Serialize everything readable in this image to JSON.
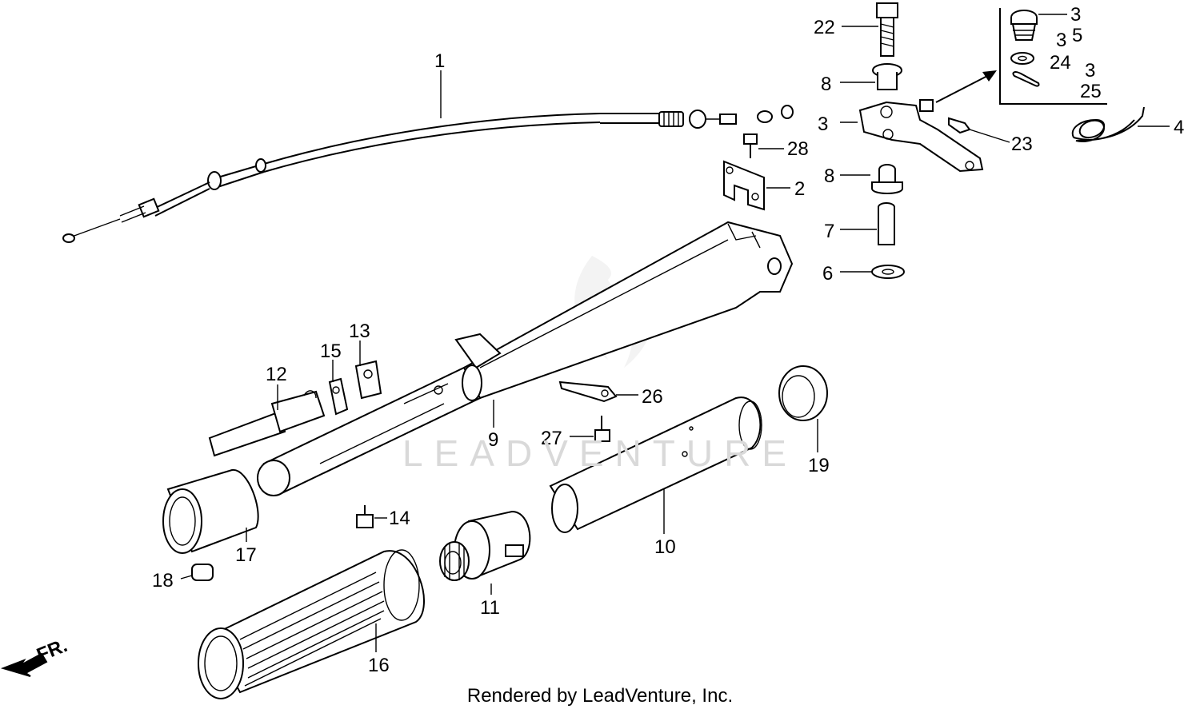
{
  "watermark": "LEADVENTURE",
  "footer": "Rendered by LeadVenture, Inc.",
  "direction_label": "FR.",
  "callouts": {
    "c1": "1",
    "c2": "2",
    "c3a": "3",
    "c3b": "3",
    "c3c": "3",
    "c3d": "3",
    "c4": "4",
    "c5": "5",
    "c6": "6",
    "c7": "7",
    "c8a": "8",
    "c8b": "8",
    "c9": "9",
    "c10": "10",
    "c11": "11",
    "c12": "12",
    "c13": "13",
    "c14": "14",
    "c15": "15",
    "c16": "16",
    "c17": "17",
    "c18": "18",
    "c19": "19",
    "c22": "22",
    "c23": "23",
    "c24": "24",
    "c25": "25",
    "c26": "26",
    "c27": "27",
    "c28": "28"
  }
}
